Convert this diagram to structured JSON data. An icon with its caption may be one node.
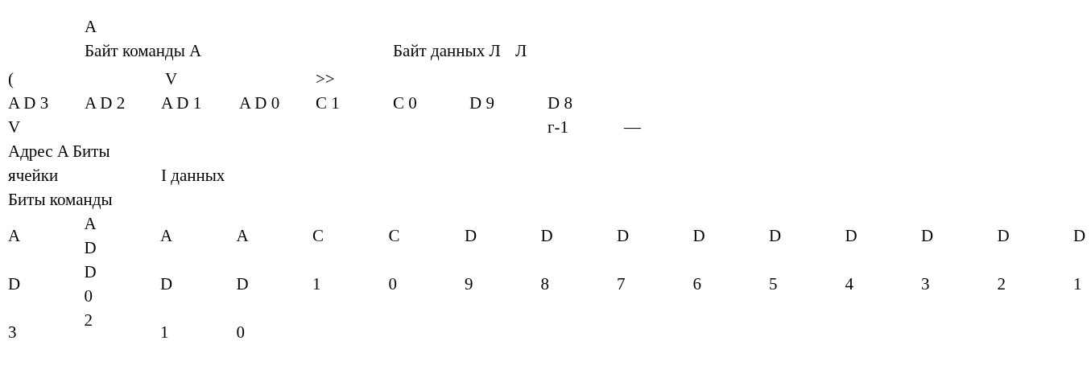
{
  "diagram": {
    "labels": [
      "A",
      "Байт команды A",
      "Байт данных Л",
      "Л",
      "(",
      "V",
      ">>",
      "A D 3",
      "A D 2",
      "A D 1",
      "A D 0",
      "C 1",
      "C 0",
      "D 9",
      "D 8",
      "V",
      "г-1",
      "—",
      "Адрес A Биты",
      "ячейки",
      "I данных",
      "Биты команды",
      "A D 3",
      "A D D 0 2",
      "A D 1",
      "A D 0",
      "C 1",
      "C 0",
      "D 9",
      "D 8",
      "D 7",
      "D 6",
      "D 5",
      "D 4",
      "D 3",
      "D 2",
      "D 1"
    ]
  }
}
